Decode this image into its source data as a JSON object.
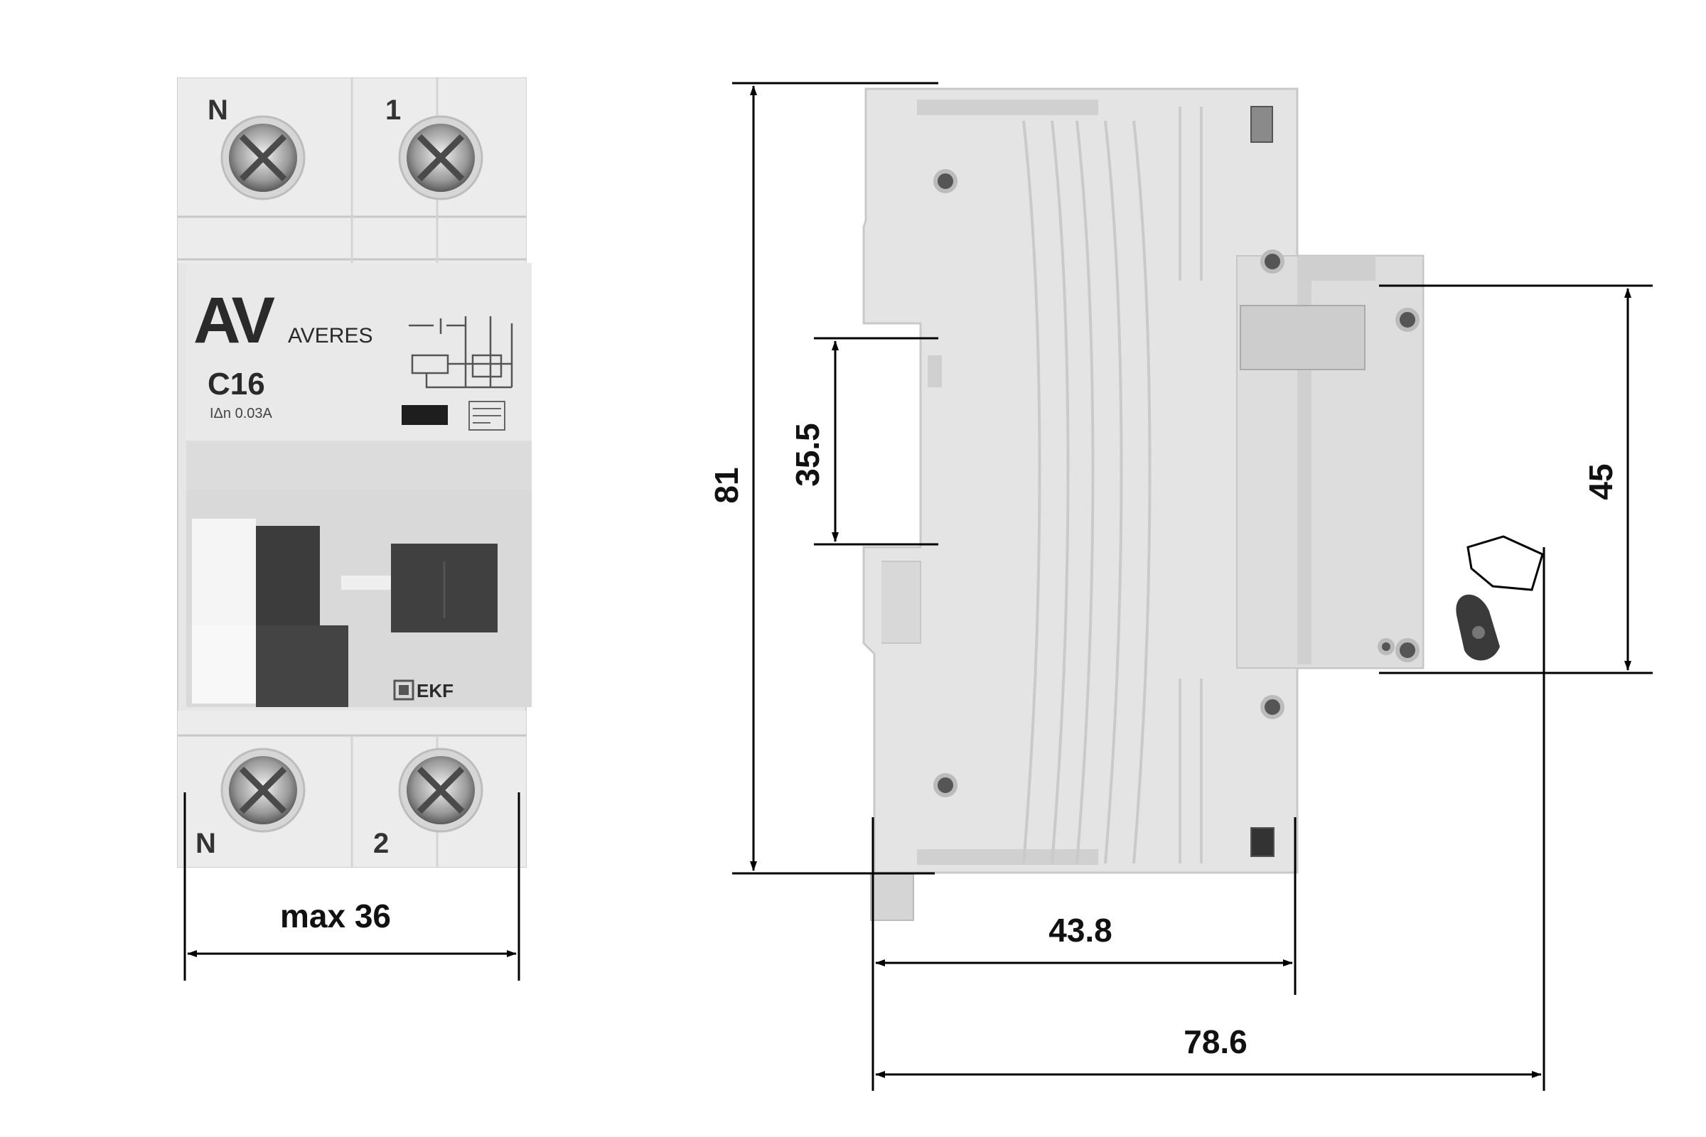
{
  "front_view": {
    "terminal_top_left": "N",
    "terminal_top_right": "1",
    "terminal_bottom_left": "N",
    "terminal_bottom_right": "2",
    "logo_text": "AV",
    "brand_name": "AVERES",
    "rating": "C16",
    "residual_current": "IΔn 0.03A",
    "maker_logo": "EKF",
    "width_dimension": "max 36"
  },
  "side_view": {
    "height_dimension": "81",
    "din_rail_dimension": "35.5",
    "front_height_dimension": "45",
    "depth_to_front_dimension": "43.8",
    "total_depth_dimension": "78.6"
  },
  "colors": {
    "body": "#e3e3e3",
    "body_shade": "#cfcfcf",
    "dark_part": "#3a3a3a",
    "line": "#000000"
  }
}
